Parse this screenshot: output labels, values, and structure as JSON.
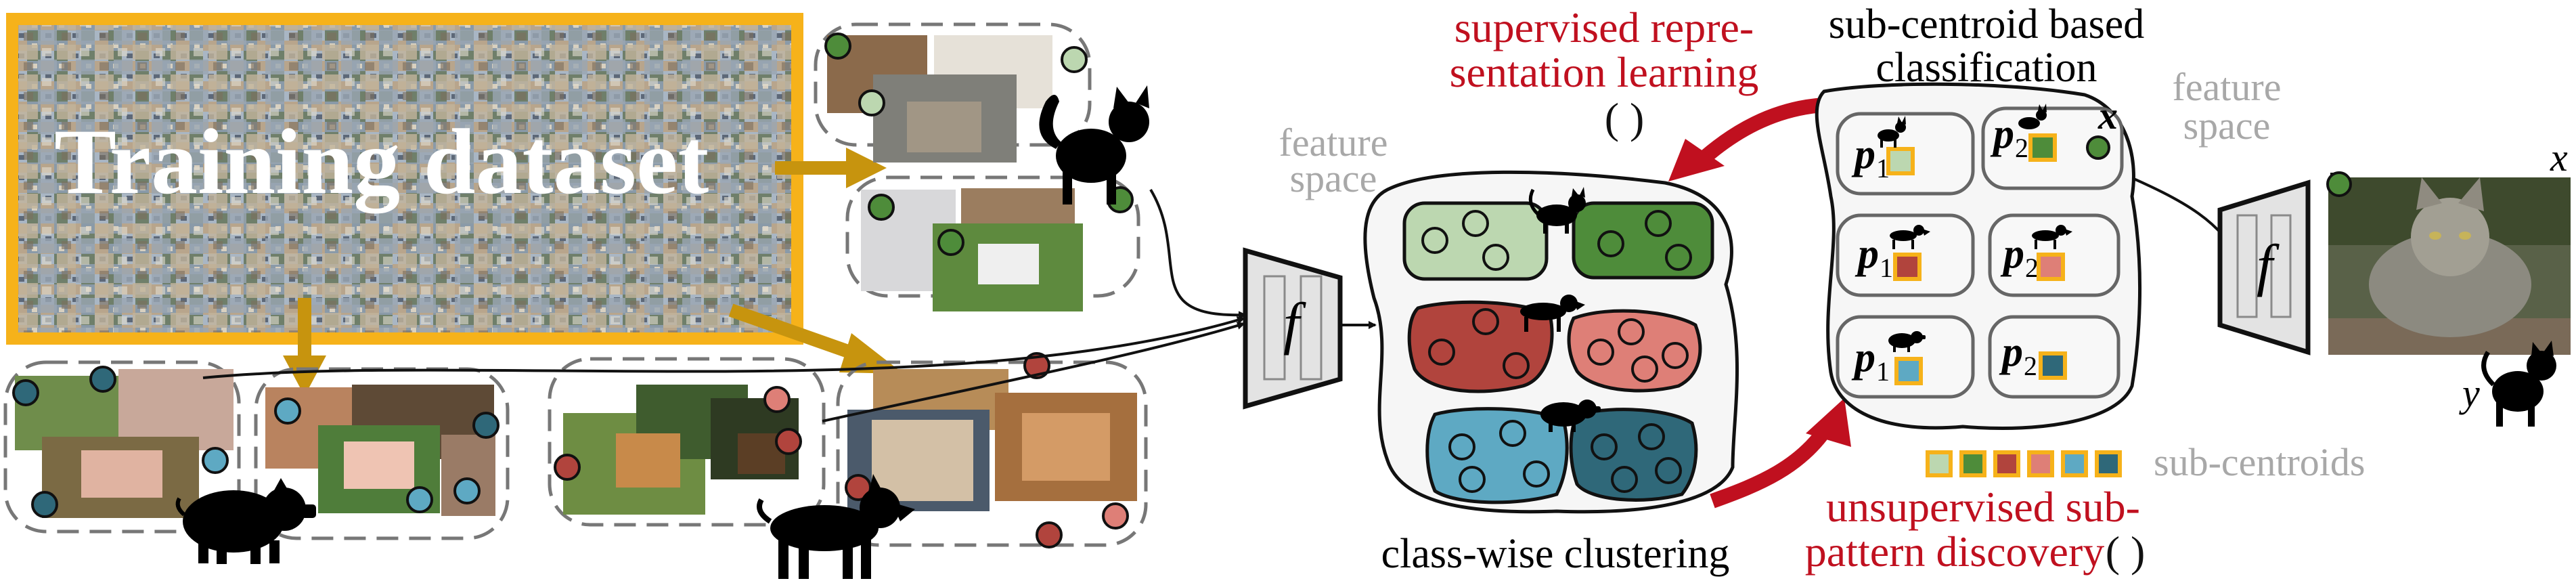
{
  "colors": {
    "accent_red": "#c0101f",
    "gold_frame": "#f6b21a",
    "arrow_gold": "#c7940e",
    "gray_label": "#a8a8a8",
    "light_green": "#bcd7b0",
    "dark_green": "#4e8c3a",
    "dark_red": "#b1443d",
    "pink": "#de7f77",
    "light_blue": "#5ea9c3",
    "dark_teal": "#2f6879"
  },
  "labels": {
    "training_dataset": "Training dataset",
    "supervised_line1": "supervised repre-",
    "supervised_line2": "sentation learning",
    "supervised_paren": "(      )",
    "subcentroid_line1": "sub-centroid based",
    "subcentroid_line2": "classification",
    "feature_space_line1": "feature",
    "feature_space_line2": "space",
    "feature_space2_line1": "feature",
    "feature_space2_line2": "space",
    "encoder_f1": "f",
    "encoder_f2": "f",
    "classwise_clustering": "class-wise clustering",
    "unsupervised_line1": "unsupervised sub-",
    "unsupervised_line2": "pattern discovery",
    "unsupervised_paren": "(      )",
    "sub_centroids": "sub-centroids",
    "input_x": "x",
    "input_y": "y",
    "query_x": "x"
  },
  "prototypes": [
    {
      "p": "p",
      "sub": "1"
    },
    {
      "p": "p",
      "sub": "2"
    },
    {
      "p": "p",
      "sub": "1"
    },
    {
      "p": "p",
      "sub": "2"
    },
    {
      "p": "p",
      "sub": "1"
    },
    {
      "p": "p",
      "sub": "2"
    }
  ],
  "icons": {
    "cat": "cat-silhouette-icon",
    "dog": "dog-silhouette-icon",
    "pig": "pig-silhouette-icon"
  }
}
